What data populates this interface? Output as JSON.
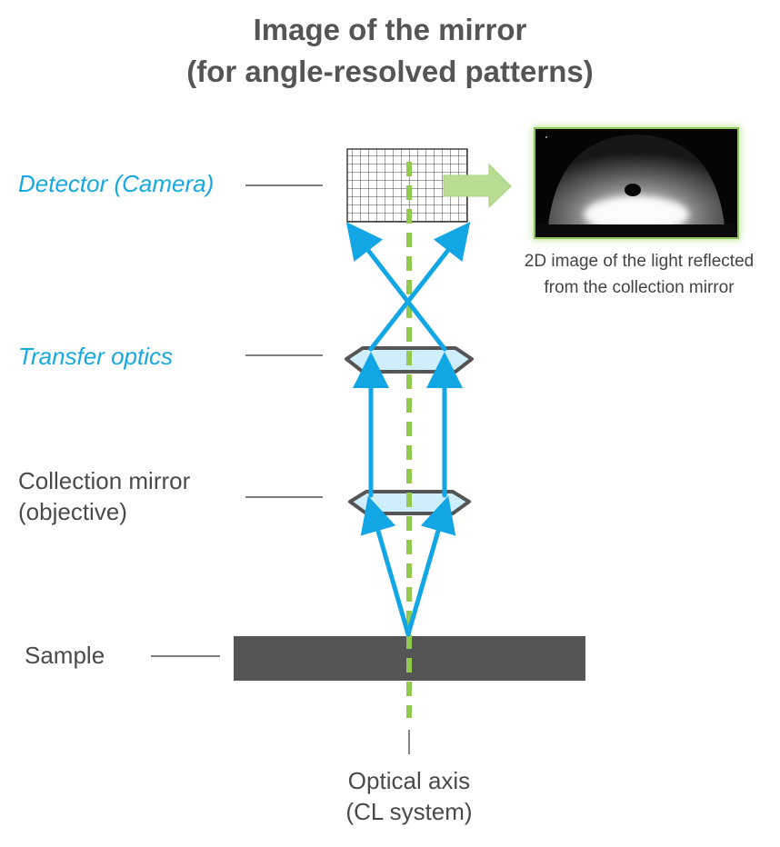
{
  "title": {
    "line1": "Image of the mirror",
    "line2": "(for angle-resolved patterns)"
  },
  "labels": {
    "detector": "Detector (Camera)",
    "transfer_optics": "Transfer optics",
    "collection_mirror_line1": "Collection mirror",
    "collection_mirror_line2": "(objective)",
    "sample": "Sample",
    "optical_axis_line1": "Optical axis",
    "optical_axis_line2": "(CL system)"
  },
  "caption": {
    "line1": "2D image of the light reflected",
    "line2": "from the collection mirror"
  },
  "colors": {
    "ray_blue": "#12a6e4",
    "label_blue": "#16a8e0",
    "axis_green": "#92c94f",
    "arrow_green": "#b9de93",
    "lens_fill": "#cdeefa",
    "lens_stroke": "#555555",
    "sample_gray": "#555555",
    "frame_green": "#8ec45a"
  },
  "icons": {
    "detector": "detector-grid-icon",
    "output_arrow": "arrow-right-icon"
  }
}
